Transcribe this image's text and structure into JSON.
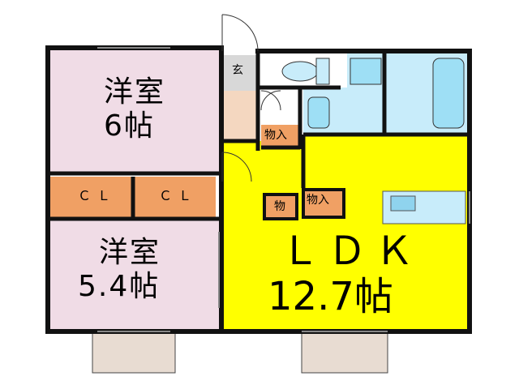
{
  "rooms": {
    "western_room_1": {
      "name": "洋室",
      "size": "6帖",
      "color": "#f0dce6"
    },
    "western_room_2": {
      "name": "洋室",
      "size": "5.4帖",
      "color": "#f0dce6"
    },
    "ldk": {
      "name": "ＬＤＫ",
      "size": "12.7帖",
      "color": "#ffff00"
    },
    "closet_1": {
      "label": "ＣＬ",
      "color": "#f0a064"
    },
    "closet_2": {
      "label": "ＣＬ",
      "color": "#f0a064"
    },
    "entrance": {
      "label": "玄",
      "color": "#f4d7c0"
    },
    "storage_1": {
      "label": "物入",
      "color": "#f0a064"
    },
    "storage_2": {
      "label": "物",
      "color": "#f0a064"
    },
    "storage_3": {
      "label": "物入",
      "color": "#f0a064"
    }
  },
  "colors": {
    "wall": "#111111",
    "wet_area": "#c8ecfa",
    "balcony": "#e8dcd2",
    "pink": "#f0dce6",
    "yellow": "#ffff00"
  }
}
